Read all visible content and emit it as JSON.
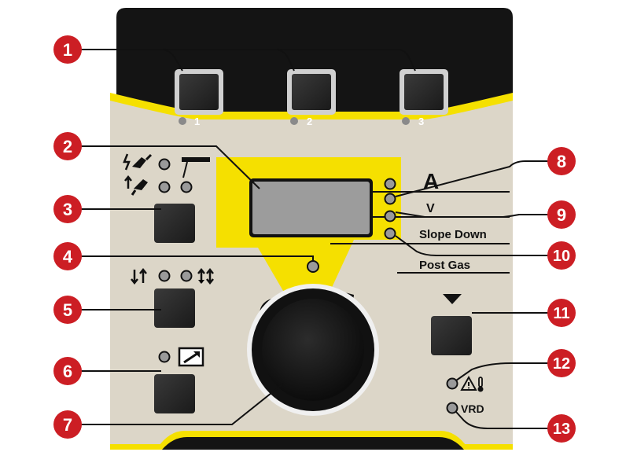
{
  "memory_buttons": {
    "labels": [
      "1",
      "2",
      "3"
    ]
  },
  "display": {
    "units": {
      "amps": "A",
      "volts": "V",
      "slope_down": "Slope Down",
      "post_gas": "Post Gas"
    }
  },
  "indicators": {
    "vrd": "VRD"
  },
  "callouts": [
    "1",
    "2",
    "3",
    "4",
    "5",
    "6",
    "7",
    "8",
    "9",
    "10",
    "11",
    "12",
    "13"
  ],
  "colors": {
    "panel_black": "#141414",
    "panel_beige": "#dcd6c8",
    "accent_yellow": "#f5e000",
    "callout_red": "#cc1e24",
    "led_grey": "#9a9a9a"
  },
  "icons": {
    "mode_row1_left": "stick-electrode-icon",
    "mode_row1_right": "tig-torch-icon",
    "mode_row2_left": "lift-tig-icon",
    "trigger_left": "2-stroke-icon",
    "trigger_right": "4-stroke-icon",
    "remote": "remote-control-icon",
    "warning": "warning-temperature-icon",
    "arrow": "down-arrow-icon"
  }
}
